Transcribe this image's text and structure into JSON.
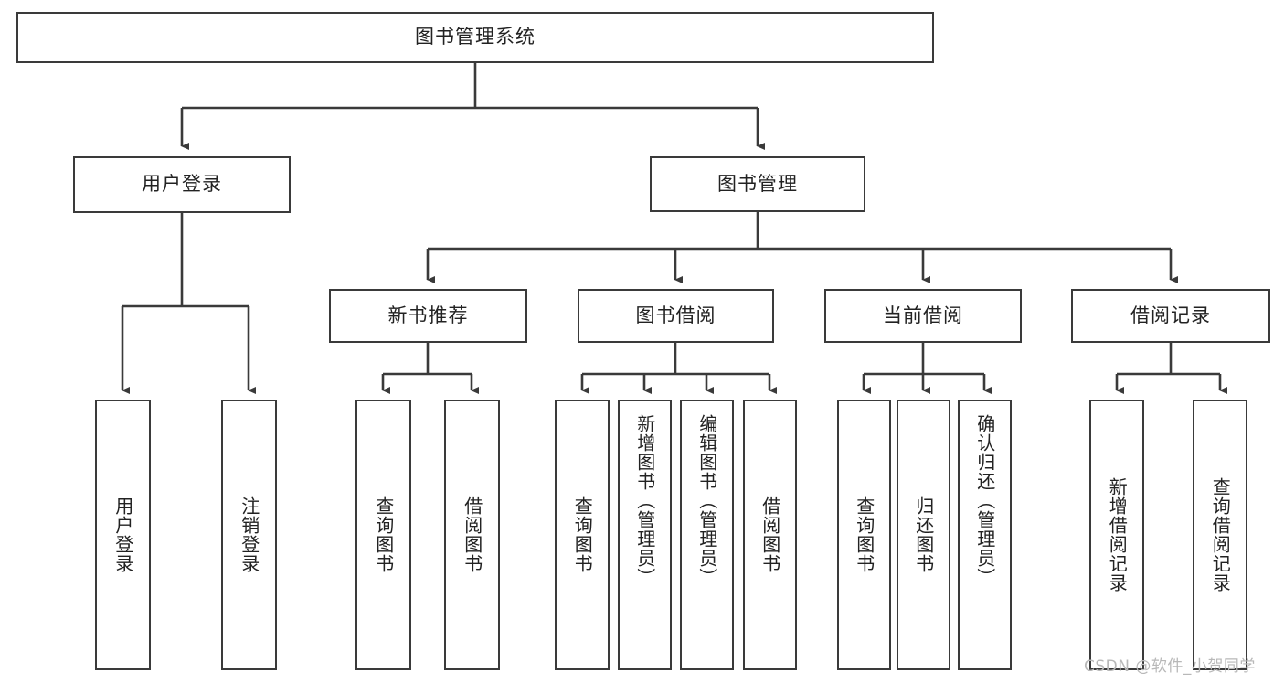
{
  "diagram": {
    "type": "tree-hierarchy-flowchart",
    "title": "图书管理系统",
    "colors": {
      "stroke": "#3a3a3a",
      "fill": "#ffffff",
      "text": "#222222",
      "watermark": "#b8b8b8"
    },
    "root": {
      "id": "root",
      "label": "图书管理系统",
      "orientation": "horizontal"
    },
    "level2": [
      {
        "id": "user-login",
        "label": "用户登录",
        "orientation": "horizontal"
      },
      {
        "id": "book-management",
        "label": "图书管理",
        "orientation": "horizontal"
      }
    ],
    "level3": [
      {
        "id": "new-book-recommend",
        "label": "新书推荐",
        "orientation": "horizontal",
        "parent": "book-management"
      },
      {
        "id": "book-borrow",
        "label": "图书借阅",
        "orientation": "horizontal",
        "parent": "book-management"
      },
      {
        "id": "current-borrow",
        "label": "当前借阅",
        "orientation": "horizontal",
        "parent": "book-management"
      },
      {
        "id": "borrow-record",
        "label": "借阅记录",
        "orientation": "horizontal",
        "parent": "book-management"
      }
    ],
    "leaves": [
      {
        "id": "leaf-user-login",
        "label": "用户登录",
        "parent": "user-login",
        "orientation": "vertical"
      },
      {
        "id": "leaf-logout",
        "label": "注销登录",
        "parent": "user-login",
        "orientation": "vertical"
      },
      {
        "id": "leaf-query-book-1",
        "label": "查询图书",
        "parent": "new-book-recommend",
        "orientation": "vertical"
      },
      {
        "id": "leaf-borrow-book-1",
        "label": "借阅图书",
        "parent": "new-book-recommend",
        "orientation": "vertical"
      },
      {
        "id": "leaf-query-book-2",
        "label": "查询图书",
        "parent": "book-borrow",
        "orientation": "vertical"
      },
      {
        "id": "leaf-add-book",
        "label": "新增图书（管理员）",
        "parent": "book-borrow",
        "orientation": "vertical"
      },
      {
        "id": "leaf-edit-book",
        "label": "编辑图书（管理员）",
        "parent": "book-borrow",
        "orientation": "vertical"
      },
      {
        "id": "leaf-borrow-book-2",
        "label": "借阅图书",
        "parent": "book-borrow",
        "orientation": "vertical"
      },
      {
        "id": "leaf-query-book-3",
        "label": "查询图书",
        "parent": "current-borrow",
        "orientation": "vertical"
      },
      {
        "id": "leaf-return-book",
        "label": "归还图书",
        "parent": "current-borrow",
        "orientation": "vertical"
      },
      {
        "id": "leaf-confirm-return",
        "label": "确认归还（管理员）",
        "parent": "current-borrow",
        "orientation": "vertical"
      },
      {
        "id": "leaf-add-record",
        "label": "新增借阅记录",
        "parent": "borrow-record",
        "orientation": "vertical"
      },
      {
        "id": "leaf-query-record",
        "label": "查询借阅记录",
        "parent": "borrow-record",
        "orientation": "vertical"
      }
    ],
    "watermark": "CSDN @软件_小贺同学"
  }
}
